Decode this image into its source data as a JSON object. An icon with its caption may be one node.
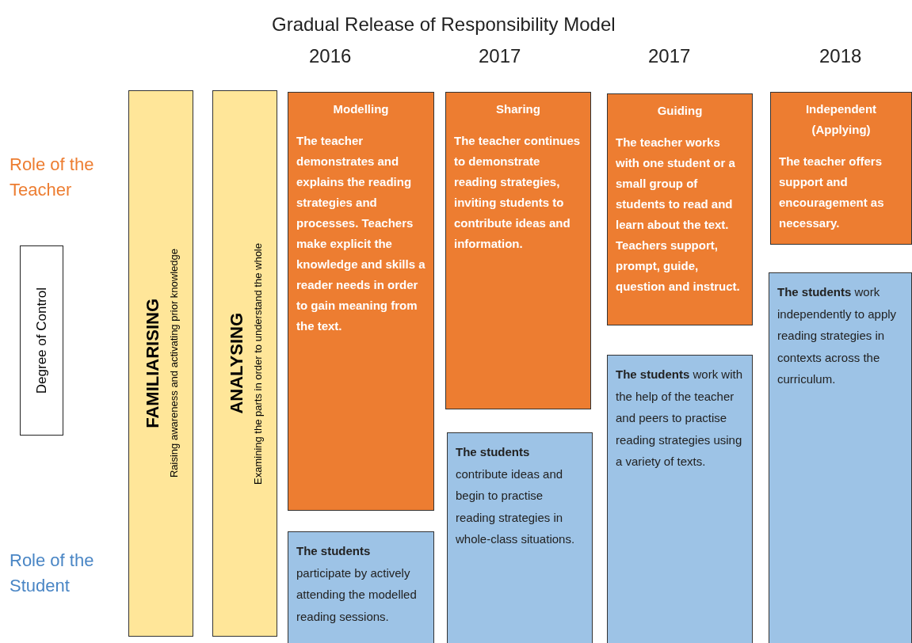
{
  "diagram": {
    "title": "Gradual Release of Responsibility Model",
    "nodes": [
      {
        "text": [
          "Degree of Control"
        ]
      },
      {
        "text": [
          "FAMILIARISING",
          "Raising awareness and activating prior knowledge"
        ]
      },
      {
        "text": [
          "ANALYSING",
          "Examining the parts in order to understand the whole"
        ]
      },
      {
        "text": [
          "Modelling",
          "**The teacher** demonstrates and explains the reading strategies and processes. Teachers make explicit the knowledge and skills a reader needs in order to gain meaning from the text."
        ]
      },
      {
        "text": [
          "Sharing",
          "**The teacher** continues to demonstrate reading strategies, inviting students to contribute ideas and information."
        ]
      },
      {
        "text": [
          "Guiding",
          "**The teacher** works with one student or a small group of students to read and learn about the text.  Teachers support, prompt, guide, question and instruct."
        ]
      },
      {
        "text": [
          "Independent (Applying)",
          "**The teacher** offers support and encouragement as necessary."
        ]
      },
      {
        "text": [
          "**The students** participate by actively attending the modelled reading sessions."
        ]
      },
      {
        "text": [
          "**The students** contribute ideas and begin to practise reading strategies in whole-class situations."
        ]
      },
      {
        "text": [
          "**The students** work with the help of the teacher and peers to practise reading strategies using a variety of texts."
        ]
      },
      {
        "text": [
          "**The students** work independently to apply reading strategies in contexts across the curriculum."
        ]
      }
    ],
    "labels": [
      "2016",
      "2017",
      "2017",
      "2018",
      "Role of the Teacher",
      "Role of the Student"
    ]
  }
}
